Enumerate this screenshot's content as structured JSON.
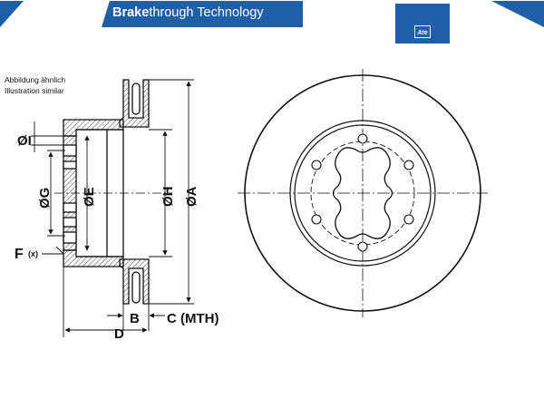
{
  "header": {
    "brand_bold": "Brake",
    "brand_rest": "through Technology",
    "logo_text": "Ate"
  },
  "caption": {
    "line1": "Abbildung ähnlich",
    "line2": "Illustration similar"
  },
  "labels": {
    "I": "ØI",
    "G": "ØG",
    "E": "ØE",
    "H": "ØH",
    "A": "ØA",
    "F": "F",
    "F_sub": "(x)",
    "B": "B",
    "C": "C (MTH)",
    "D": "D"
  },
  "colors": {
    "brand_blue": "#1f5fa8",
    "line": "#111111"
  }
}
